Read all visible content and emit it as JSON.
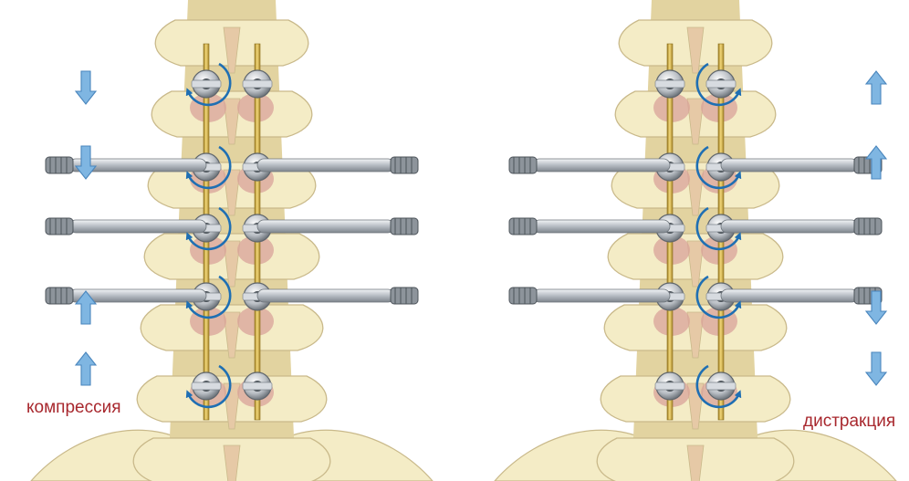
{
  "captions": {
    "left": "компрессия",
    "right": "дистракция"
  },
  "colors": {
    "caption": "#a8282e",
    "bone": "#f4ecc6",
    "bone_edge": "#c9b98a",
    "bone_shadow": "#e2d3a0",
    "disc": "#d9a39a",
    "rod": "#c8a53a",
    "screw": "#b9bec4",
    "screw_dark": "#5f666d",
    "arrow_fill": "#7fb6e2",
    "arrow_edge": "#4a86bd",
    "rotation": "#1f6fb3"
  },
  "icons": {
    "direction_arrow": "direction-arrow-icon",
    "rotation_arrow": "rotation-arrow-icon"
  },
  "panels": [
    {
      "id": "left",
      "technique": "compression",
      "arrow_directions": [
        "down",
        "down",
        "up",
        "up"
      ],
      "rotation_levels": 5,
      "handle_levels": 3
    },
    {
      "id": "right",
      "technique": "distraction",
      "arrow_directions": [
        "up",
        "up",
        "down",
        "down"
      ],
      "rotation_levels": 5,
      "handle_levels": 3
    }
  ]
}
